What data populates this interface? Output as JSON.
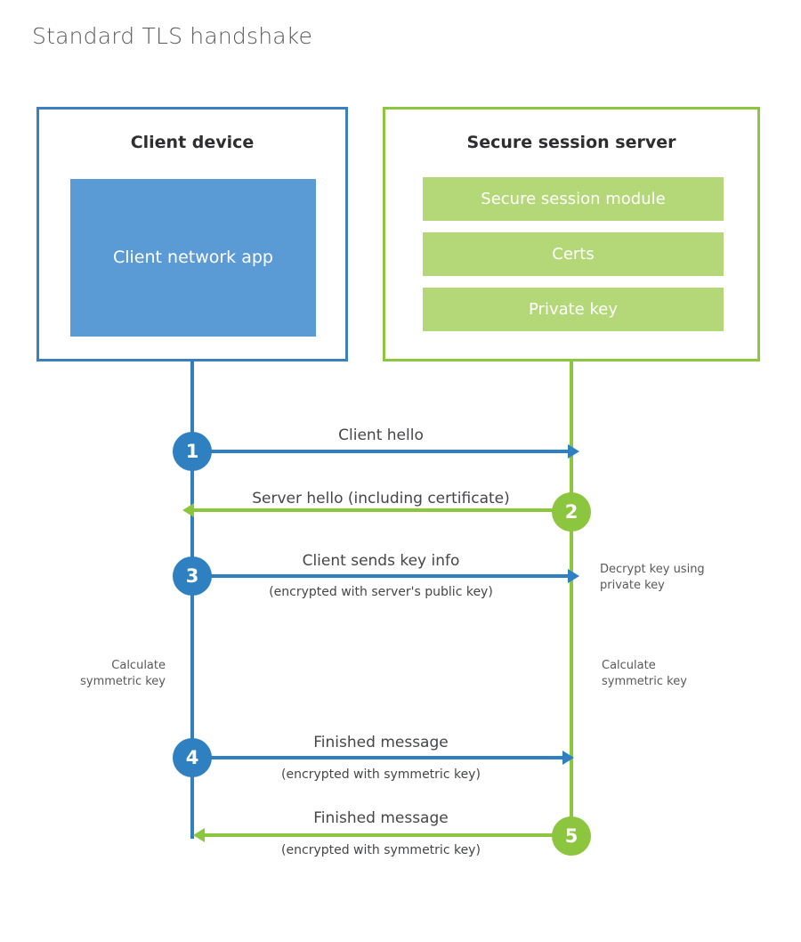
{
  "title": "Standard TLS handshake",
  "colors": {
    "client_accent": "#2e80c0",
    "client_box_border": "#3c7fc0",
    "client_app_fill": "#5b9bd5",
    "server_accent": "#8cc63e",
    "server_bar_fill": "#b4d877",
    "title_text": "#58595b",
    "label_text": "#444648"
  },
  "client": {
    "title": "Client device",
    "app_label": "Client network app"
  },
  "server": {
    "title": "Secure session server",
    "components": [
      {
        "label": "Secure session module"
      },
      {
        "label": "Certs"
      },
      {
        "label": "Private key"
      }
    ]
  },
  "steps": [
    {
      "number": "1",
      "label": "Client hello",
      "sublabel": "",
      "direction": "client-to-server",
      "color": "blue"
    },
    {
      "number": "2",
      "label": "Server hello (including certificate)",
      "sublabel": "",
      "direction": "server-to-client",
      "color": "green"
    },
    {
      "number": "3",
      "label": "Client sends key info",
      "sublabel": "(encrypted with server's public key)",
      "direction": "client-to-server",
      "color": "blue"
    },
    {
      "number": "4",
      "label": "Finished message",
      "sublabel": "(encrypted with symmetric key)",
      "direction": "client-to-server",
      "color": "blue"
    },
    {
      "number": "5",
      "label": "Finished message",
      "sublabel": "(encrypted with symmetric key)",
      "direction": "server-to-client",
      "color": "green"
    }
  ],
  "notes": {
    "server_decrypt": "Decrypt key using\nprivate key",
    "client_calculate": "Calculate\nsymmetric key",
    "server_calculate": "Calculate\nsymmetric key"
  }
}
